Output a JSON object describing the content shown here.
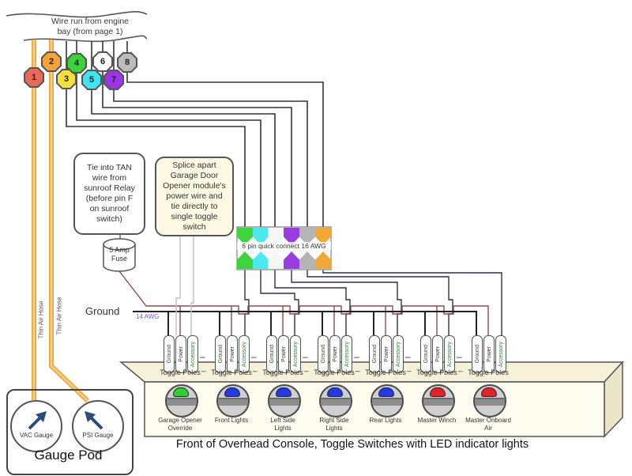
{
  "header": {
    "engine_note": "Wire run from engine\nbay (from page 1)"
  },
  "wire_tags": [
    {
      "n": "1",
      "color": "#e86a5a"
    },
    {
      "n": "2",
      "color": "#f5a33c"
    },
    {
      "n": "3",
      "color": "#f6e13c"
    },
    {
      "n": "4",
      "color": "#38d438"
    },
    {
      "n": "5",
      "color": "#40e4ee"
    },
    {
      "n": "6",
      "color": "#fafaff"
    },
    {
      "n": "7",
      "color": "#9b35e6"
    },
    {
      "n": "8",
      "color": "#bcbcbc"
    }
  ],
  "hoses": {
    "label1": "Thin Air Hose",
    "label2": "Thin Air Hose"
  },
  "notes": {
    "tan": "Tie into TAN\nwire from\nsunroof Relay\n(before pin F\non sunroof\nswitch)",
    "fuse": "5 Amp\nFuse",
    "splice": "Splice apart\nGarage Door\nOpener module's\npower wire and\ntie directly to\nsingle toggle\nswitch"
  },
  "bus": {
    "ground_label": "Ground",
    "awg_label": "14 AWG"
  },
  "connector": {
    "label": "6 pin quick connect 16 AWG",
    "pin_colors": [
      "#3dd43d",
      "#4de9ef",
      "#f6f6f2",
      "#9a3de0",
      "#b4b4b4",
      "#f0a838"
    ]
  },
  "switches": {
    "pole_labels": [
      "Ground",
      "Power",
      "Accessory"
    ],
    "toggle_poles_label": "Toggle Poles",
    "sep_dash": "–",
    "sep_und": "_",
    "items": [
      {
        "name": "Garage Opener\nOverride",
        "led": "#2ad42a"
      },
      {
        "name": "Front Lights",
        "led": "#2338e8"
      },
      {
        "name": "Left Side\nLights",
        "led": "#2338e8"
      },
      {
        "name": "Right Side\nLights",
        "led": "#2338e8"
      },
      {
        "name": "Rear Lights",
        "led": "#2338e8"
      },
      {
        "name": "Master Winch",
        "led": "#e82222"
      },
      {
        "name": "Master Onboard\nAir",
        "led": "#e82222"
      }
    ]
  },
  "console": {
    "caption": "Front of Overhead Console, Toggle Switches with LED indicator lights"
  },
  "gauge_pod": {
    "title": "Gauge Pod",
    "gauges": [
      {
        "label": "VAC Gauge"
      },
      {
        "label": "PSI Gauge"
      }
    ]
  }
}
